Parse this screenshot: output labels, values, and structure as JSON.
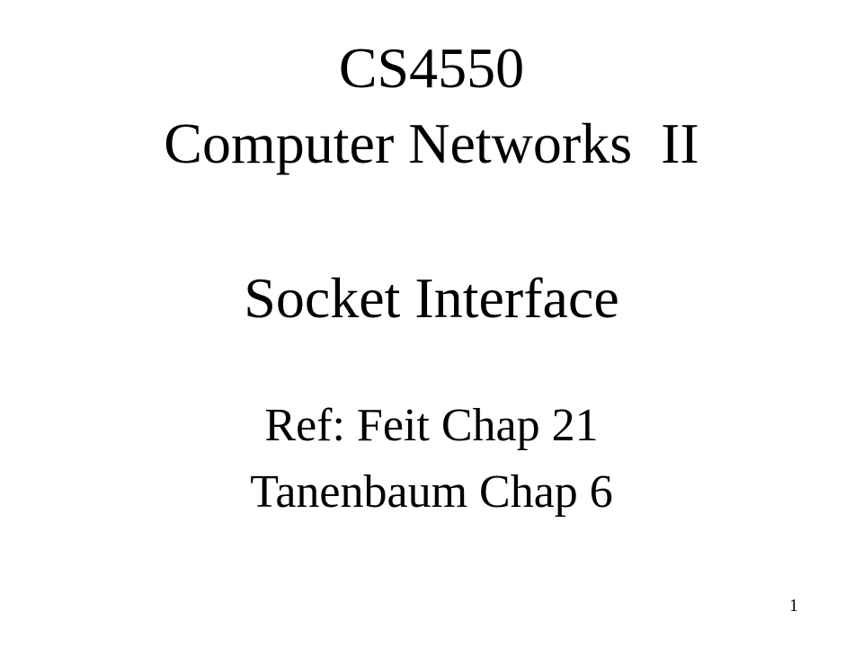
{
  "slide": {
    "title_line_1": "CS4550",
    "title_line_2": "Computer Networks  II",
    "subtitle": "Socket Interface",
    "reference_line_1": "Ref: Feit Chap 21",
    "reference_line_2": "Tanenbaum Chap 6",
    "page_number": "1"
  }
}
